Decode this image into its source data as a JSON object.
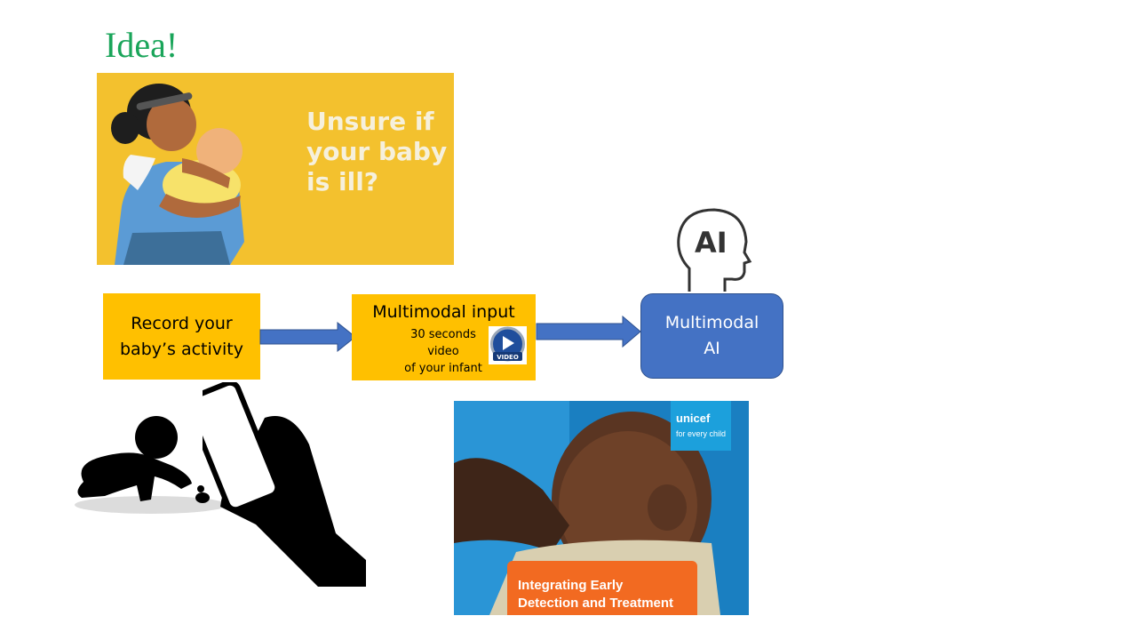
{
  "slide": {
    "title": "Idea!"
  },
  "poster": {
    "headline": "Unsure if\nyour baby\nis ill?",
    "colors": {
      "background": "#f3c12e"
    }
  },
  "flow": {
    "record_box": {
      "line1": "Record your",
      "line2": "baby’s activity"
    },
    "input_box": {
      "title": "Multimodal input",
      "line1": "30 seconds",
      "line2": "video",
      "line3": "of your infant",
      "video_icon_label": "VIDEO"
    },
    "ai_box": {
      "line1": "Multimodal",
      "line2": "AI"
    },
    "ai_head_icon_label": "AI",
    "colors": {
      "box_fill": "#ffc000",
      "arrow_fill": "#4472c4",
      "ai_fill": "#4472c4"
    }
  },
  "photo": {
    "badge_name": "unicef",
    "badge_tagline": "for every child",
    "banner_text": "Integrating Early\nDetection and Treatment"
  },
  "icons": [
    "baby-crawling-icon",
    "smartphone-hand-icon",
    "ai-head-icon",
    "play-video-icon",
    "unicef-logo-icon"
  ]
}
